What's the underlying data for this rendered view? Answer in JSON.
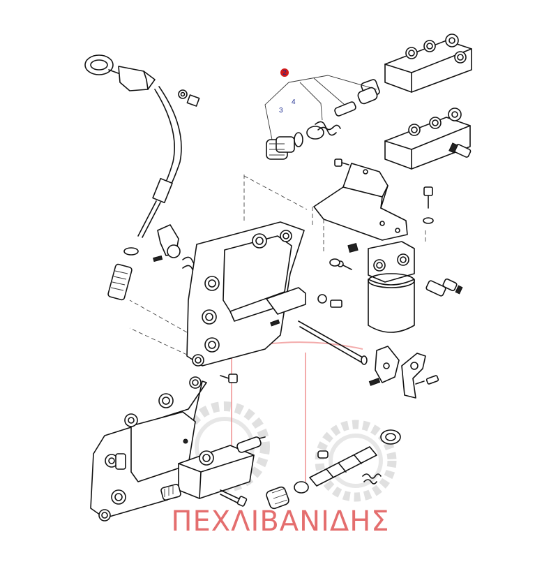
{
  "diagram": {
    "callouts": [
      {
        "id": "2",
        "label": "2",
        "badge": true
      },
      {
        "id": "3",
        "label": "3",
        "badge": false
      },
      {
        "id": "4",
        "label": "4",
        "badge": false
      }
    ]
  },
  "watermark": {
    "text": "ΠΕΧΛΙΒΑΝΙΔΗΣ",
    "color": "#e05555",
    "gear_color": "#c8c8c8"
  },
  "colors": {
    "line": "#111111",
    "callout_text": "#1b2a8f",
    "callout_badge": "#d11a1a"
  }
}
